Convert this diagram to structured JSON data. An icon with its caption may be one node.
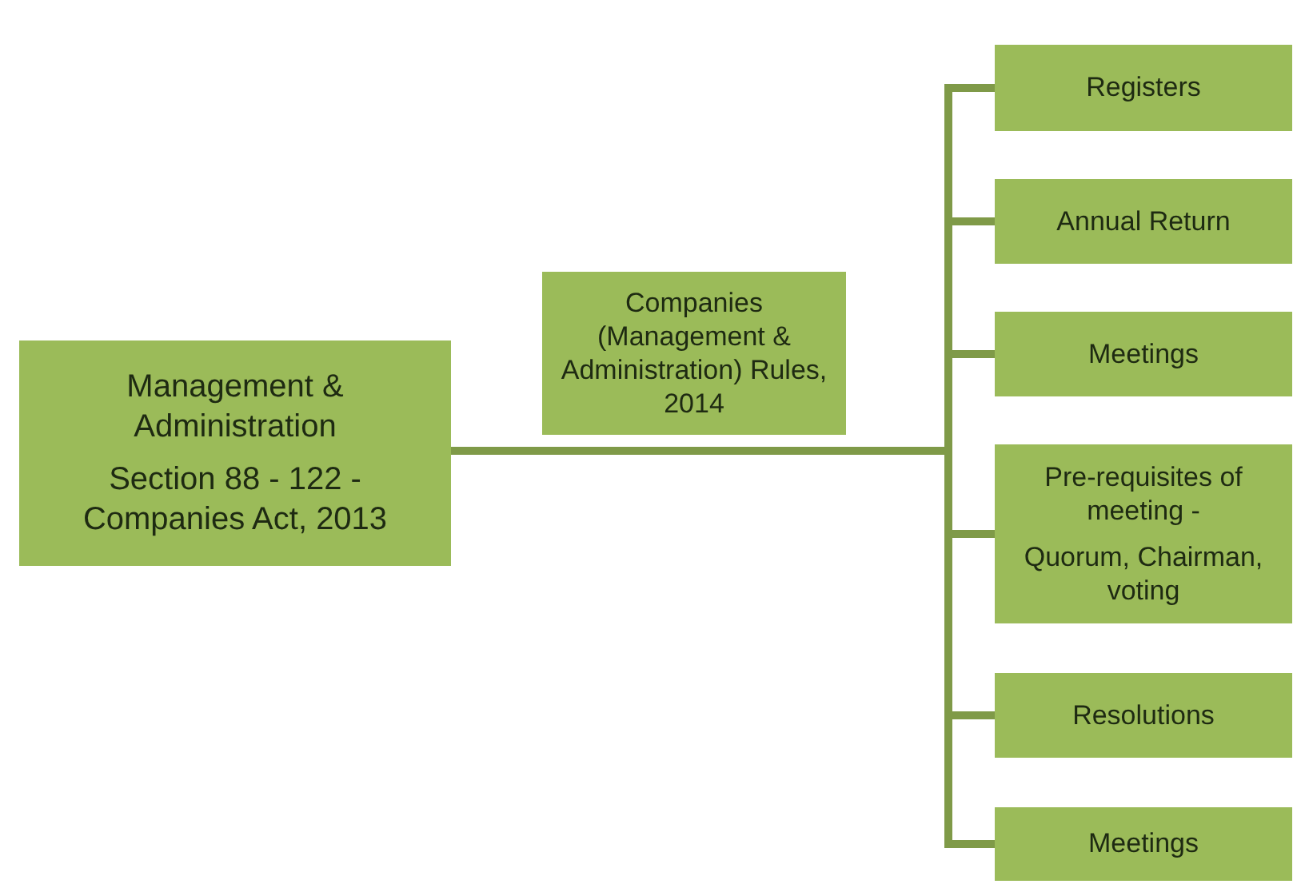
{
  "diagram": {
    "nodes": [
      {
        "text": [
          "Management & Administration",
          "Section 88 - 122 - Companies Act, 2013"
        ]
      },
      {
        "text": [
          "Companies (Management & Administration) Rules, 2014"
        ]
      },
      {
        "text": [
          "Registers"
        ]
      },
      {
        "text": [
          "Annual Return"
        ]
      },
      {
        "text": [
          "Meetings"
        ]
      },
      {
        "text": [
          "Pre-requisites of meeting -",
          "Quorum, Chairman, voting"
        ]
      },
      {
        "text": [
          "Resolutions"
        ]
      },
      {
        "text": [
          "Meetings"
        ]
      }
    ],
    "edges": [
      {
        "from": 0,
        "to": 2,
        "arrow": "none"
      },
      {
        "from": 0,
        "to": 3,
        "arrow": "none"
      },
      {
        "from": 0,
        "to": 4,
        "arrow": "none"
      },
      {
        "from": 0,
        "to": 5,
        "arrow": "none"
      },
      {
        "from": 0,
        "to": 6,
        "arrow": "none"
      },
      {
        "from": 0,
        "to": 7,
        "arrow": "none"
      }
    ]
  }
}
